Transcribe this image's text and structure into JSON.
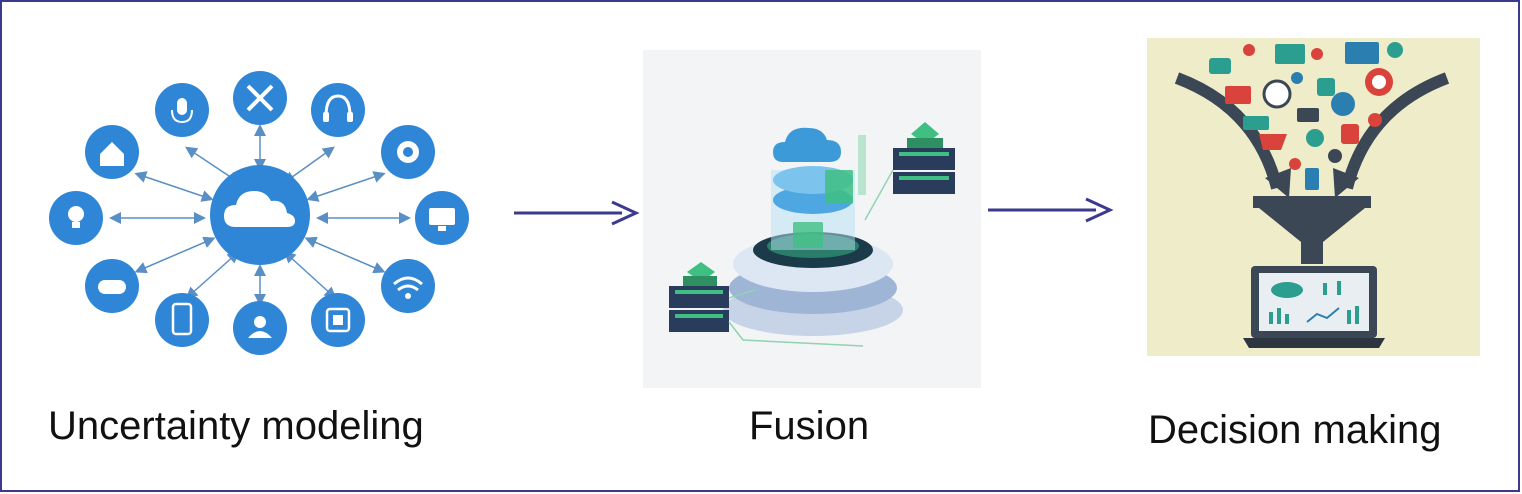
{
  "stages": [
    {
      "caption": "Uncertainty modeling",
      "icon": "iot-cloud-network-icon"
    },
    {
      "caption": "Fusion",
      "icon": "data-fusion-server-icon"
    },
    {
      "caption": "Decision making",
      "icon": "data-funnel-laptop-icon"
    }
  ],
  "colors": {
    "frame": "#3b3a8f",
    "arrow": "#3b3a8f",
    "iot_blue": "#2f86d6",
    "funnel_bg": "#efedc9"
  }
}
